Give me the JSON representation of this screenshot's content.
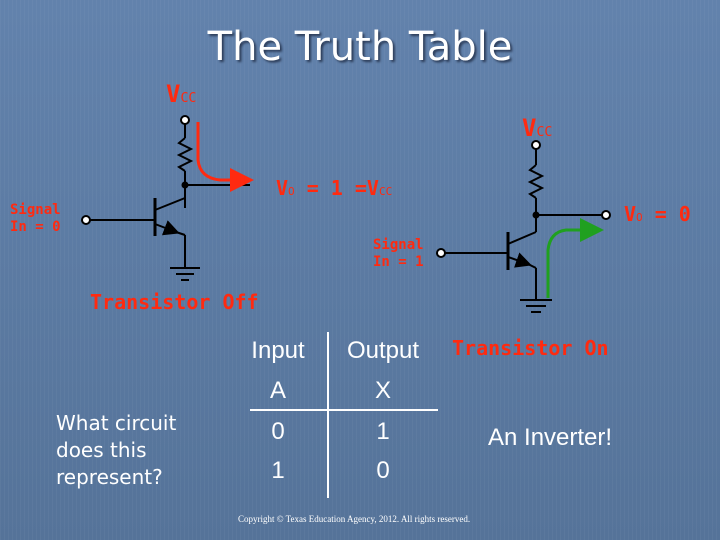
{
  "title": "The Truth Table",
  "left_circuit": {
    "vcc_main": "V",
    "vcc_sub": "CC",
    "vo_main": "V",
    "vo_sub": "O",
    "vo_rest": " = 1 =V",
    "vo_vcc_sub": "CC",
    "signal_line1": "Signal",
    "signal_line2": "In = 0",
    "state": "Transistor Off"
  },
  "right_circuit": {
    "vcc_main": "V",
    "vcc_sub": "CC",
    "vo_main": "V",
    "vo_sub": "O",
    "vo_rest": " = 0",
    "signal_line1": "Signal",
    "signal_line2": "In = 1",
    "state": "Transistor On"
  },
  "question": [
    "What circuit",
    "does this",
    "represent?"
  ],
  "truth_table": {
    "headers": [
      "Input",
      "Output"
    ],
    "columns": [
      "A",
      "X"
    ],
    "rows": [
      [
        "0",
        "1"
      ],
      [
        "1",
        "0"
      ]
    ]
  },
  "answer": "An Inverter!",
  "copyright": "Copyright © Texas Education Agency, 2012. All rights reserved.",
  "colors": {
    "background": "#5b7aa6",
    "label_red": "#ff2a10",
    "current_arrow_left": "#ff2a10",
    "current_arrow_right": "#20a020",
    "wire": "#000000"
  }
}
